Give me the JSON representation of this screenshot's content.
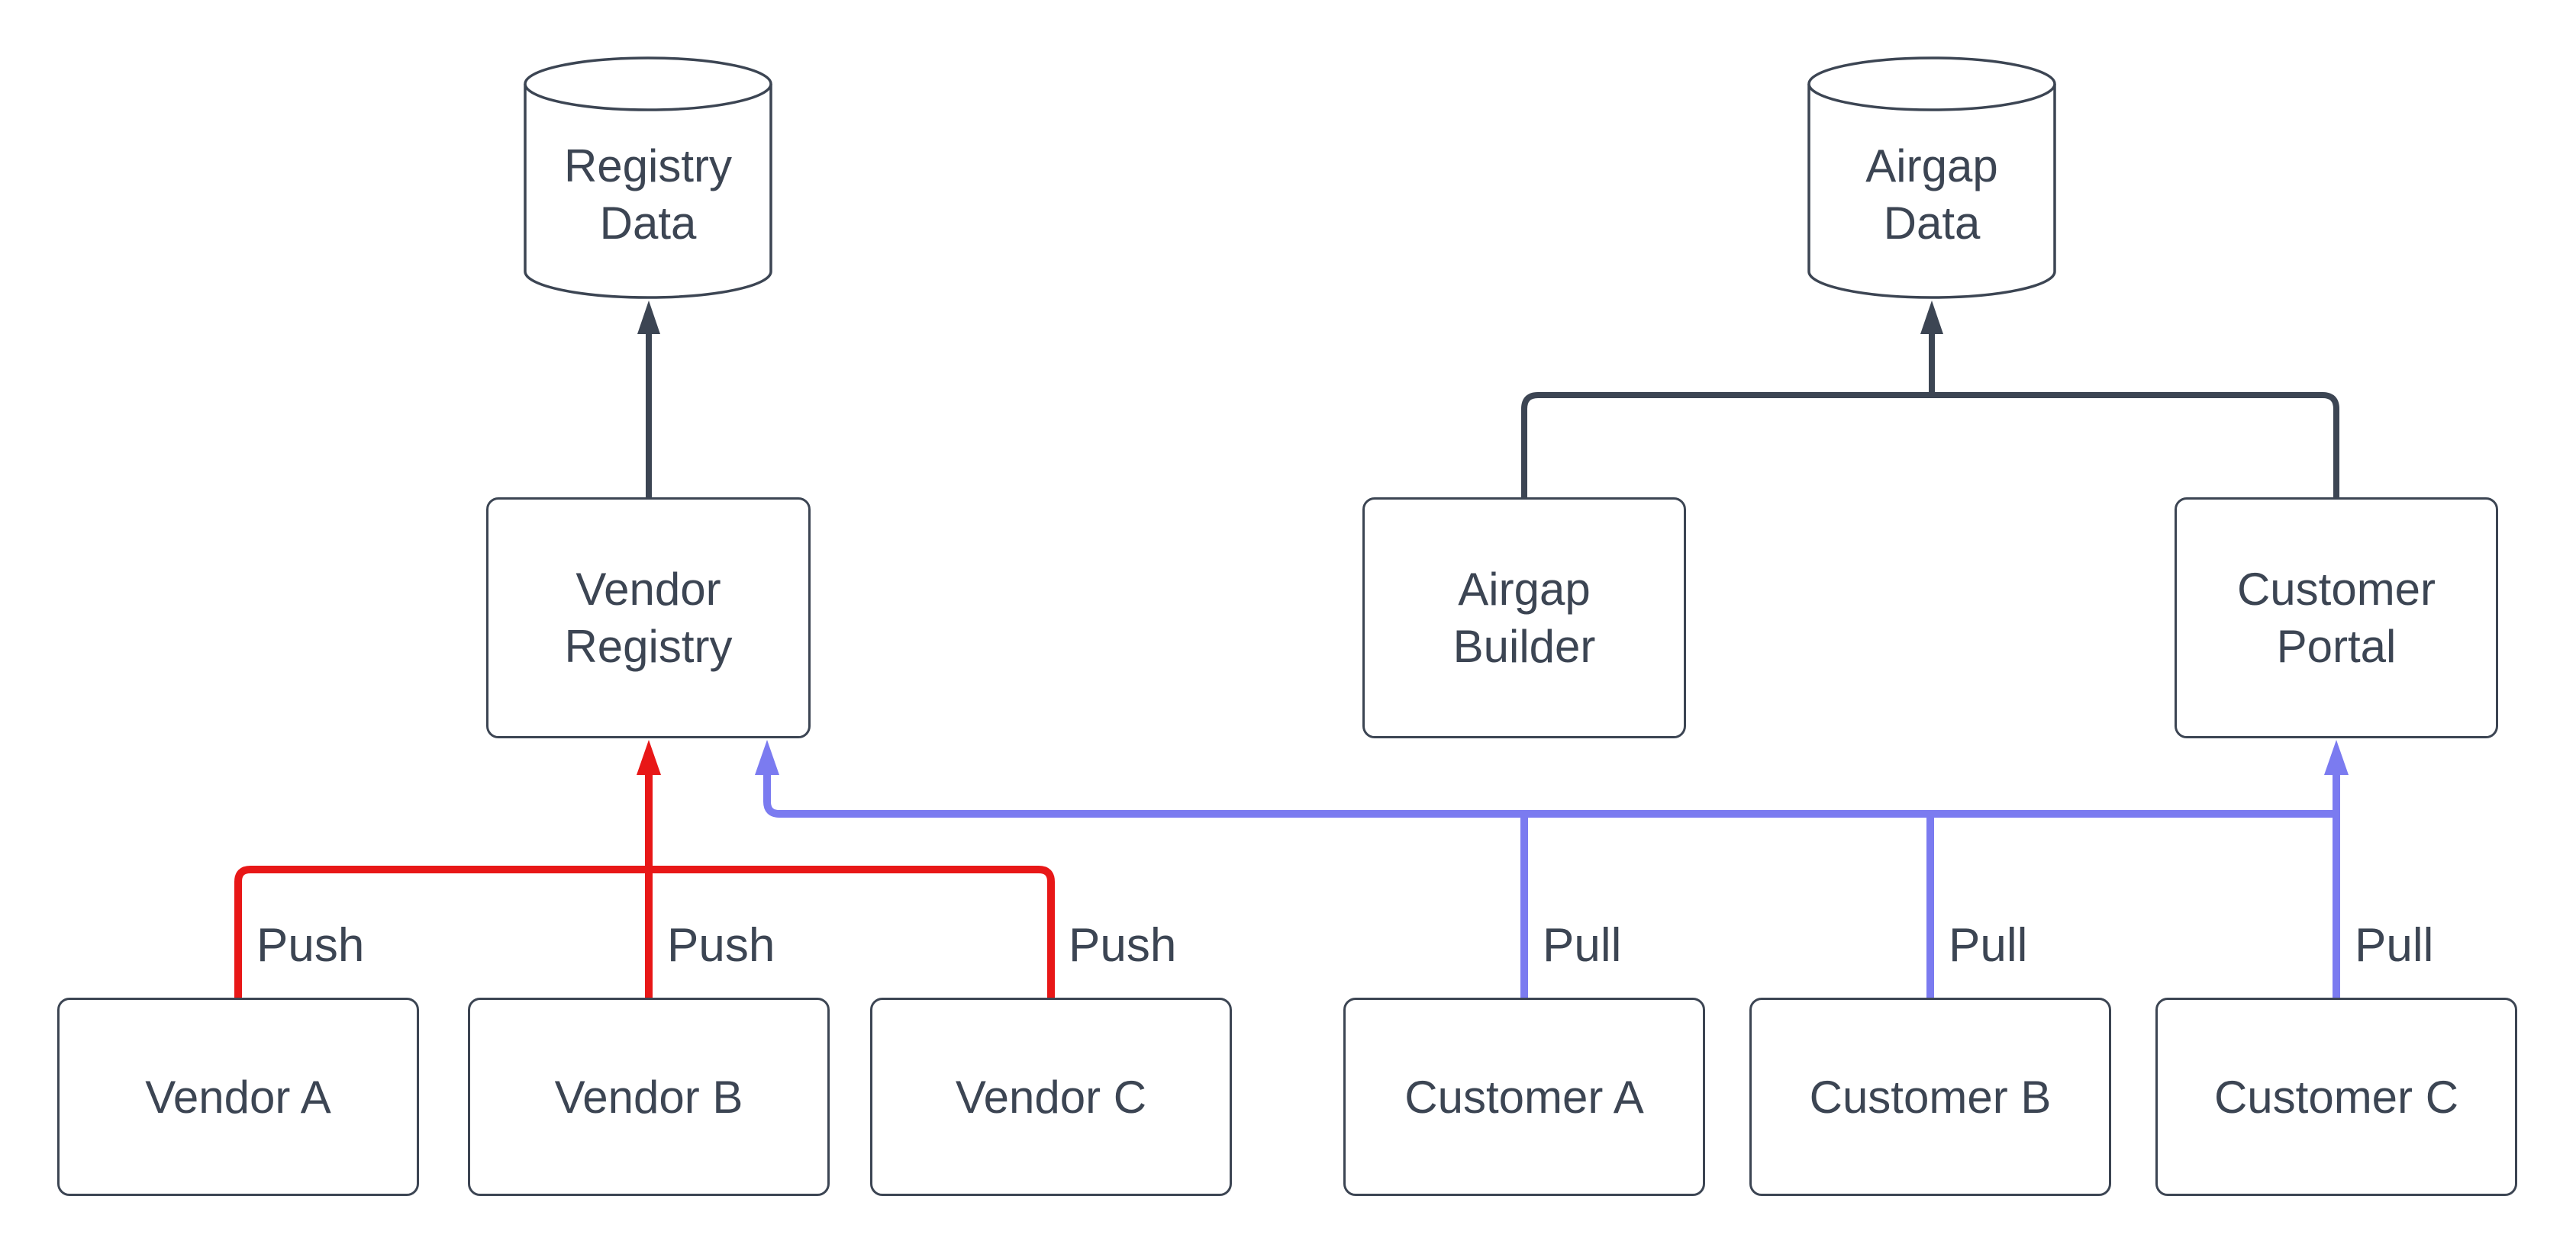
{
  "colors": {
    "line_dark": "#3C4553",
    "push_red": "#E81717",
    "pull_blue": "#7B7BF0",
    "text": "#3C4553",
    "background": "#FFFFFF"
  },
  "nodes": {
    "registry_data": {
      "label": "Registry\nData"
    },
    "airgap_data": {
      "label": "Airgap\nData"
    },
    "vendor_registry": {
      "label": "Vendor\nRegistry"
    },
    "airgap_builder": {
      "label": "Airgap\nBuilder"
    },
    "customer_portal": {
      "label": "Customer\nPortal"
    },
    "vendor_a": {
      "label": "Vendor A"
    },
    "vendor_b": {
      "label": "Vendor B"
    },
    "vendor_c": {
      "label": "Vendor C"
    },
    "customer_a": {
      "label": "Customer A"
    },
    "customer_b": {
      "label": "Customer B"
    },
    "customer_c": {
      "label": "Customer C"
    }
  },
  "edge_labels": {
    "vendor_a_push": "Push",
    "vendor_b_push": "Push",
    "vendor_c_push": "Push",
    "customer_a_pull": "Pull",
    "customer_b_pull": "Pull",
    "customer_c_pull": "Pull"
  }
}
